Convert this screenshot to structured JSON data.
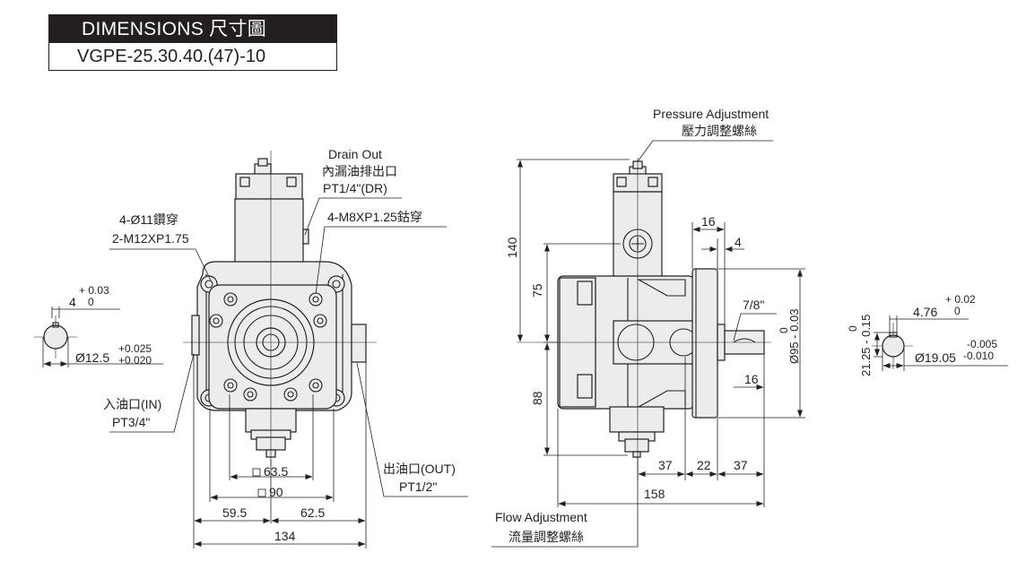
{
  "title": "DIMENSIONS 尺寸圖",
  "model": "VGPE-25.30.40.(47)-10",
  "front_view": {
    "drain_out_en": "Drain Out",
    "drain_out_cn": "內漏油排出口",
    "drain_port": "PT1/4\"(DR)",
    "tap_holes": "4-M8XP1.25鈷穿",
    "through_holes": "4-Ø11鑽穿",
    "mount_thread": "2-M12XP1.75",
    "inlet_label": "入油口(IN)",
    "inlet_thread": "PT3/4\"",
    "outlet_label": "出油口(OUT)",
    "outlet_thread": "PT1/2\"",
    "dim_sq_63": "63.5",
    "dim_sq_90": "90",
    "dim_59": "59.5",
    "dim_62": "62.5",
    "dim_134": "134"
  },
  "shaft_key_left": {
    "key_width": "4",
    "key_tol_upper": "+ 0.03",
    "key_tol_lower": "0",
    "shaft_dia": "Ø12.5",
    "shaft_tol_upper": "+0.025",
    "shaft_tol_lower": "+0.020"
  },
  "side_view": {
    "pressure_en": "Pressure Adjustment",
    "pressure_cn": "壓力調整螺絲",
    "dim_140": "140",
    "dim_75": "75",
    "dim_88": "88",
    "dim_16_top": "16",
    "dim_4": "4",
    "taper": "7/8\"",
    "dim_16_shaft": "16",
    "pilot_dia": "Ø95 - 0.03",
    "pilot_tol": "0",
    "dim_37a": "37",
    "dim_22": "22",
    "dim_37b": "37",
    "dim_158": "158",
    "flow_en": "Flow Adjustment",
    "flow_cn": "流量調整螺絲"
  },
  "shaft_key_right": {
    "key_width": "4.76",
    "key_tol_upper": "+ 0.02",
    "key_tol_lower": "0",
    "key_depth": "21.25 - 0.15",
    "key_depth_tol": "0",
    "shaft_dia": "Ø19.05",
    "shaft_tol_upper": "-0.005",
    "shaft_tol_lower": "-0.010"
  }
}
